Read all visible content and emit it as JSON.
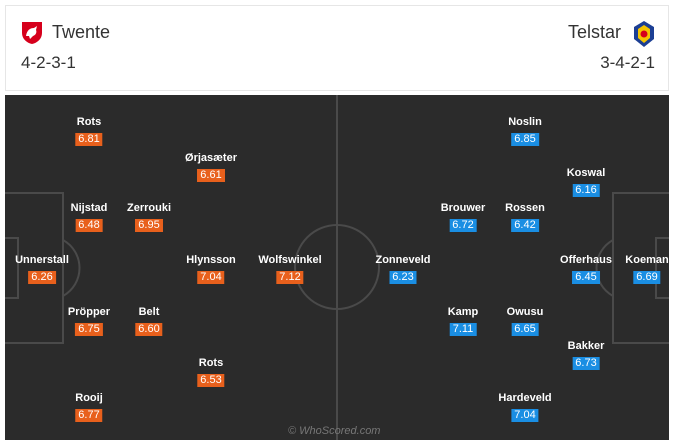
{
  "home": {
    "name": "Twente",
    "formation": "4-2-3-1",
    "rating_color": "#e8601c"
  },
  "away": {
    "name": "Telstar",
    "formation": "3-4-2-1",
    "rating_color": "#1a8ee3"
  },
  "watermark": "© WhoScored.com",
  "home_players": [
    {
      "name": "Rots",
      "rating": "6.81"
    },
    {
      "name": "Ørjasæter",
      "rating": "6.61"
    },
    {
      "name": "Nijstad",
      "rating": "6.48"
    },
    {
      "name": "Zerrouki",
      "rating": "6.95"
    },
    {
      "name": "Unnerstall",
      "rating": "6.26"
    },
    {
      "name": "Hlynsson",
      "rating": "7.04"
    },
    {
      "name": "Wolfswinkel",
      "rating": "7.12"
    },
    {
      "name": "Pröpper",
      "rating": "6.75"
    },
    {
      "name": "Belt",
      "rating": "6.60"
    },
    {
      "name": "Rots",
      "rating": "6.53"
    },
    {
      "name": "Rooij",
      "rating": "6.77"
    }
  ],
  "away_players": [
    {
      "name": "Noslin",
      "rating": "6.85"
    },
    {
      "name": "Koswal",
      "rating": "6.16"
    },
    {
      "name": "Brouwer",
      "rating": "6.72"
    },
    {
      "name": "Rossen",
      "rating": "6.42"
    },
    {
      "name": "Zonneveld",
      "rating": "6.23"
    },
    {
      "name": "Offerhaus",
      "rating": "6.45"
    },
    {
      "name": "Koeman",
      "rating": "6.69"
    },
    {
      "name": "Kamp",
      "rating": "7.11"
    },
    {
      "name": "Owusu",
      "rating": "6.65"
    },
    {
      "name": "Bakker",
      "rating": "6.73"
    },
    {
      "name": "Hardeveld",
      "rating": "7.04"
    }
  ]
}
